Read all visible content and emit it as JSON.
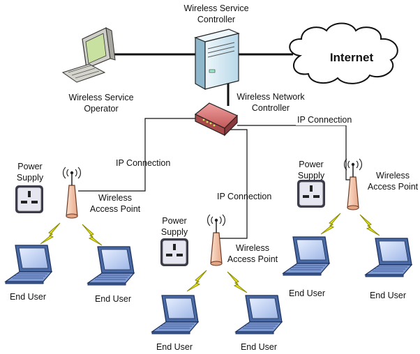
{
  "labels": {
    "wsc_line1": "Wireless Service",
    "wsc_line2": "Controller",
    "internet": "Internet",
    "wso_line1": "Wireless Service",
    "wso_line2": "Operator",
    "wnc_line1": "Wireless Network",
    "wnc_line2": "Controller",
    "ip_conn_left": "IP Connection",
    "ip_conn_mid": "IP Connection",
    "ip_conn_right": "IP Connection",
    "ps_left_line1": "Power",
    "ps_left_line2": "Supply",
    "ps_mid_line1": "Power",
    "ps_mid_line2": "Supply",
    "ps_right_line1": "Power",
    "ps_right_line2": "Supply",
    "ap_left_line1": "Wireless",
    "ap_left_line2": "Access Point",
    "ap_mid_line1": "Wireless",
    "ap_mid_line2": "Access Point",
    "ap_right_line1": "Wireless",
    "ap_right_line2": "Access Point",
    "eu_1": "End User",
    "eu_2": "End User",
    "eu_3": "End User",
    "eu_4": "End User",
    "eu_5": "End User",
    "eu_6": "End User"
  },
  "colors": {
    "server": "#d9ecf5",
    "monitor_screen": "#c8e0a0",
    "router": "#d97070",
    "access_point": "#f3c7a8",
    "lightning": "#e4e21a",
    "laptop_screen": "#b9cdf0",
    "laptop_body": "#6e8cc6",
    "socket": "#e6e6f0"
  }
}
